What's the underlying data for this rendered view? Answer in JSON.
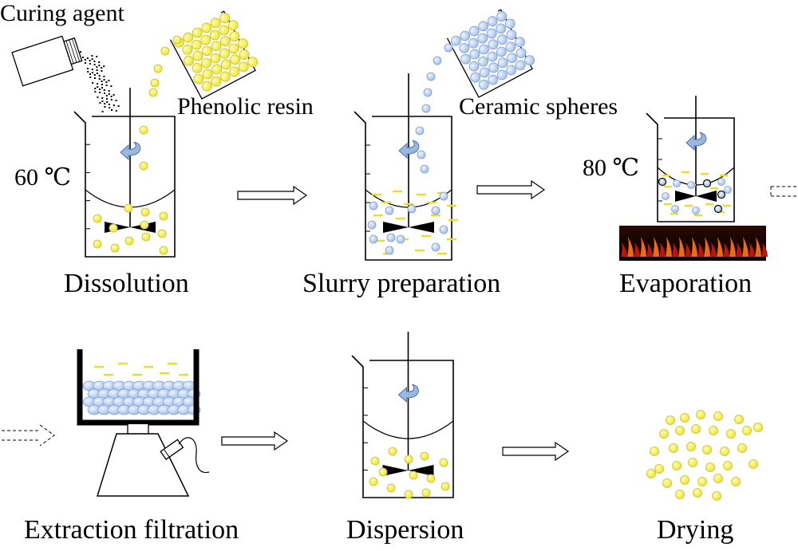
{
  "reagents": {
    "curing_agent": "Curing agent",
    "phenolic_resin": "Phenolic resin",
    "ceramic_spheres": "Ceramic spheres"
  },
  "temperatures": {
    "dissolution": "60 ℃",
    "evaporation": "80 ℃"
  },
  "steps": {
    "dissolution": "Dissolution",
    "slurry_preparation": "Slurry preparation",
    "evaporation": "Evaporation",
    "extraction_filtration": "Extraction filtration",
    "dispersion": "Dispersion",
    "drying": "Drying"
  },
  "colors": {
    "resin_yellow": "#f5f03a",
    "resin_outline": "#c8c020",
    "ceramic_blue": "#b8cfee",
    "ceramic_outline": "#7f9fd0",
    "stir_arrow": "#9ab7e2",
    "flame_orange": "#f26a10",
    "flame_red": "#c0140a",
    "line": "#000000"
  },
  "icons": [
    "bottle-icon",
    "beaker-icon",
    "stirrer-icon",
    "hot-plate-flame-icon",
    "buchner-funnel-icon",
    "suction-flask-icon",
    "process-arrow-icon"
  ]
}
